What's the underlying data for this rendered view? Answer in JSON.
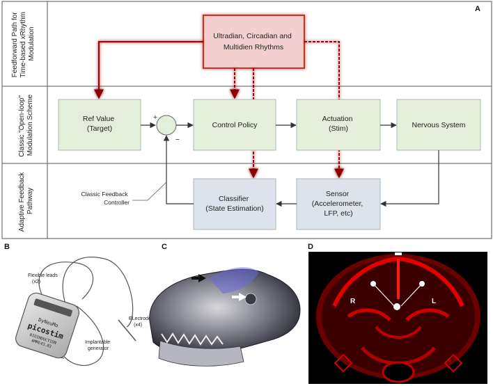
{
  "panels": {
    "a": "A",
    "b": "B",
    "c": "C",
    "d": "D"
  },
  "lanes": {
    "feedforward": [
      "Feedforward Path for",
      "Time-based xRhythm",
      "Modulation"
    ],
    "open_loop": [
      "Classic \"Open-loop\"",
      "Modulation Scheme"
    ],
    "adaptive": [
      "Adaptive Feedback",
      "Pathway"
    ]
  },
  "boxes": {
    "rhythms": [
      "Ultradian, Circadian and",
      "Multidien Rhythms"
    ],
    "ref_value": [
      "Ref Value",
      "(Target)"
    ],
    "control_policy": [
      "Control Policy"
    ],
    "actuation": [
      "Actuation",
      "(Stim)"
    ],
    "nervous_system": [
      "Nervous System"
    ],
    "classifier": [
      "Classifier",
      "(State Estimation)"
    ],
    "sensor": [
      "Sensor",
      "(Accelerometer,",
      "LFP, etc)"
    ]
  },
  "summing": {
    "plus": "+",
    "minus": "−"
  },
  "classic_feedback": [
    "Classic Feedback",
    "Controller"
  ],
  "device": {
    "flexible_leads": [
      "Flexible leads",
      "(x2)"
    ],
    "electrodes": [
      "ELectrodes",
      "(x4)"
    ],
    "generator": [
      "Implantable",
      "generator"
    ],
    "brand": "picostim",
    "maker": "DyNeuMo",
    "sub_lines": [
      "BIOINDUCTION",
      "AMRE43.03"
    ]
  },
  "ct": {
    "right": "R",
    "left": "L"
  },
  "colors": {
    "rhythm_fill": "#f3cfcf",
    "rhythm_border": "#c0392b",
    "green_fill": "#e3efda",
    "blue_fill": "#dde3ec",
    "feedforward_arrow": "#8b0000",
    "ct_background": "#000000",
    "ct_bone": "#c40000"
  },
  "icons": [
    "arrow-icon",
    "summing-junction-icon",
    "neurostimulator-device-icon",
    "skull-render-icon",
    "ct-scan-icon"
  ]
}
